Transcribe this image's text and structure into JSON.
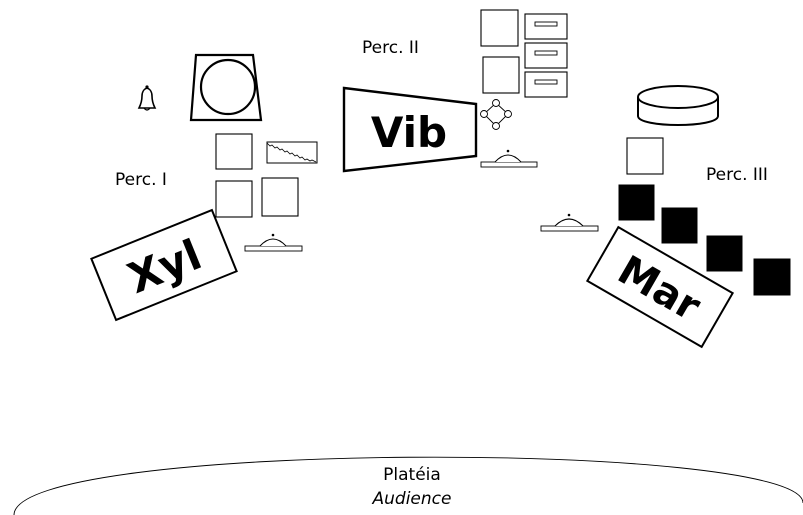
{
  "diagram": {
    "sections": {
      "perc1": {
        "label": "Perc. I",
        "instrument": "Xyl"
      },
      "perc2": {
        "label": "Perc. II",
        "instrument": "Vib"
      },
      "perc3": {
        "label": "Perc. III",
        "instrument": "Mar"
      }
    },
    "audience": {
      "label": "Platéia",
      "sublabel": "Audience"
    },
    "icons": [
      "bell-icon",
      "gong-icon",
      "woodblock-icon",
      "guiro-icon",
      "crotales-icon",
      "drawer-cabinet-icon",
      "snare-drum-icon",
      "bass-drum-icon",
      "pedal-icon"
    ],
    "colors": {
      "ink": "#000000",
      "background": "#ffffff",
      "fill_solid": "#000000"
    }
  }
}
